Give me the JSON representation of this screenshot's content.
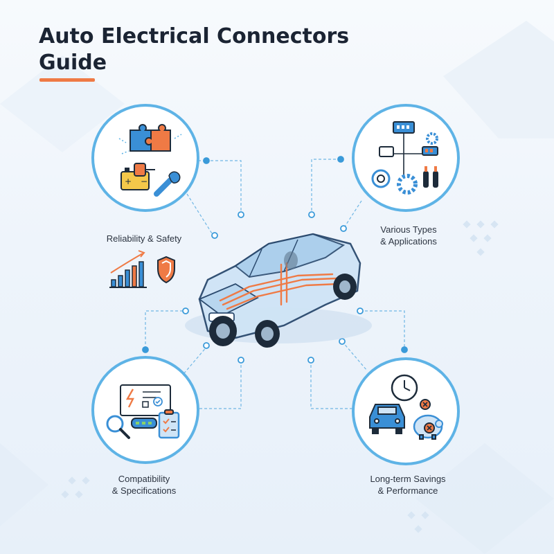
{
  "title": {
    "line1": "Auto Electrical Connectors",
    "line2": "Guide"
  },
  "accent_color": "#ef7a45",
  "ring_color": "#5eb3e6",
  "topics": [
    {
      "icon": "puzzle-battery-wrench-icon",
      "label_lines": [
        "Reliability & Safety"
      ]
    },
    {
      "icon": "connector-types-gears-icon",
      "label_lines": [
        "Various Types",
        "& Applications"
      ]
    },
    {
      "icon": "schematic-magnifier-checklist-icon",
      "label_lines": [
        "Compatibility",
        "& Specifications"
      ]
    },
    {
      "icon": "car-clock-piggybank-icon",
      "label_lines": [
        "Long-term Savings",
        "& Performance"
      ]
    }
  ],
  "center_icon": "car-wiring-icon"
}
